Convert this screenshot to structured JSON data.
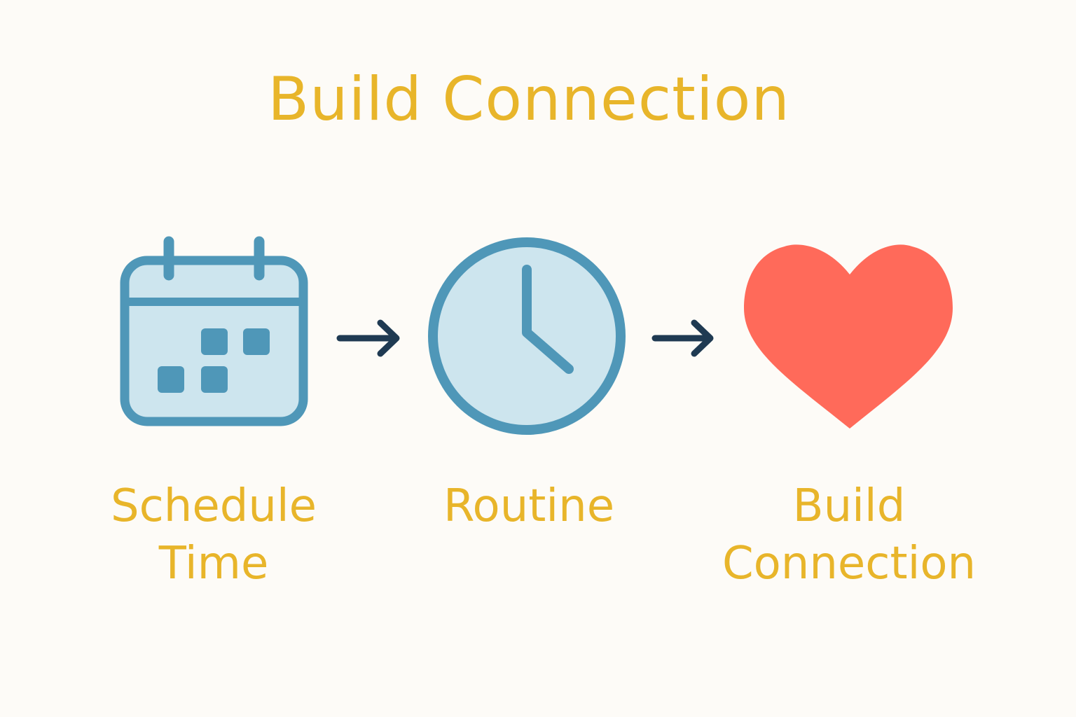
{
  "title": "Build Connection",
  "steps": [
    {
      "icon": "calendar-icon",
      "label_lines": [
        "Schedule",
        "Time"
      ]
    },
    {
      "icon": "clock-icon",
      "label_lines": [
        "Routine"
      ]
    },
    {
      "icon": "heart-icon",
      "label_lines": [
        "Build",
        "Connection"
      ]
    }
  ],
  "colors": {
    "title": "#E8B52A",
    "icon_stroke": "#4F97B8",
    "icon_fill": "#CDE5EE",
    "heart": "#FF6A5A",
    "arrow": "#1F3A52"
  }
}
